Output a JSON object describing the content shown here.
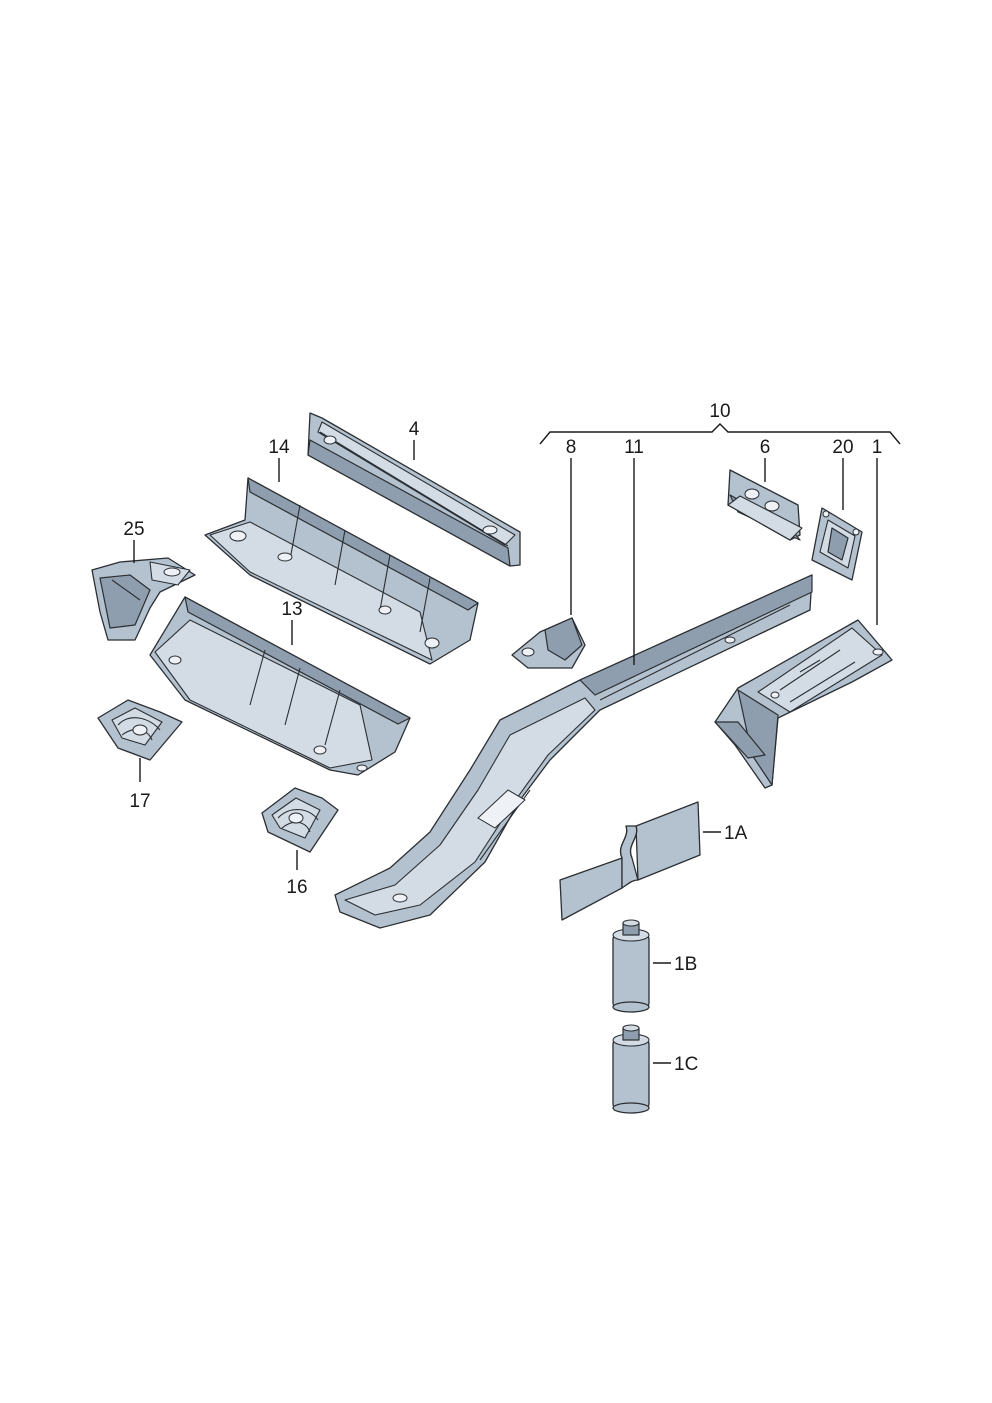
{
  "diagram": {
    "callouts": {
      "c1": "1",
      "c1a": "1A",
      "c1b": "1B",
      "c1c": "1C",
      "c4": "4",
      "c6": "6",
      "c8": "8",
      "c10": "10",
      "c11": "11",
      "c13": "13",
      "c14": "14",
      "c16": "16",
      "c17": "17",
      "c20": "20",
      "c25": "25"
    }
  }
}
